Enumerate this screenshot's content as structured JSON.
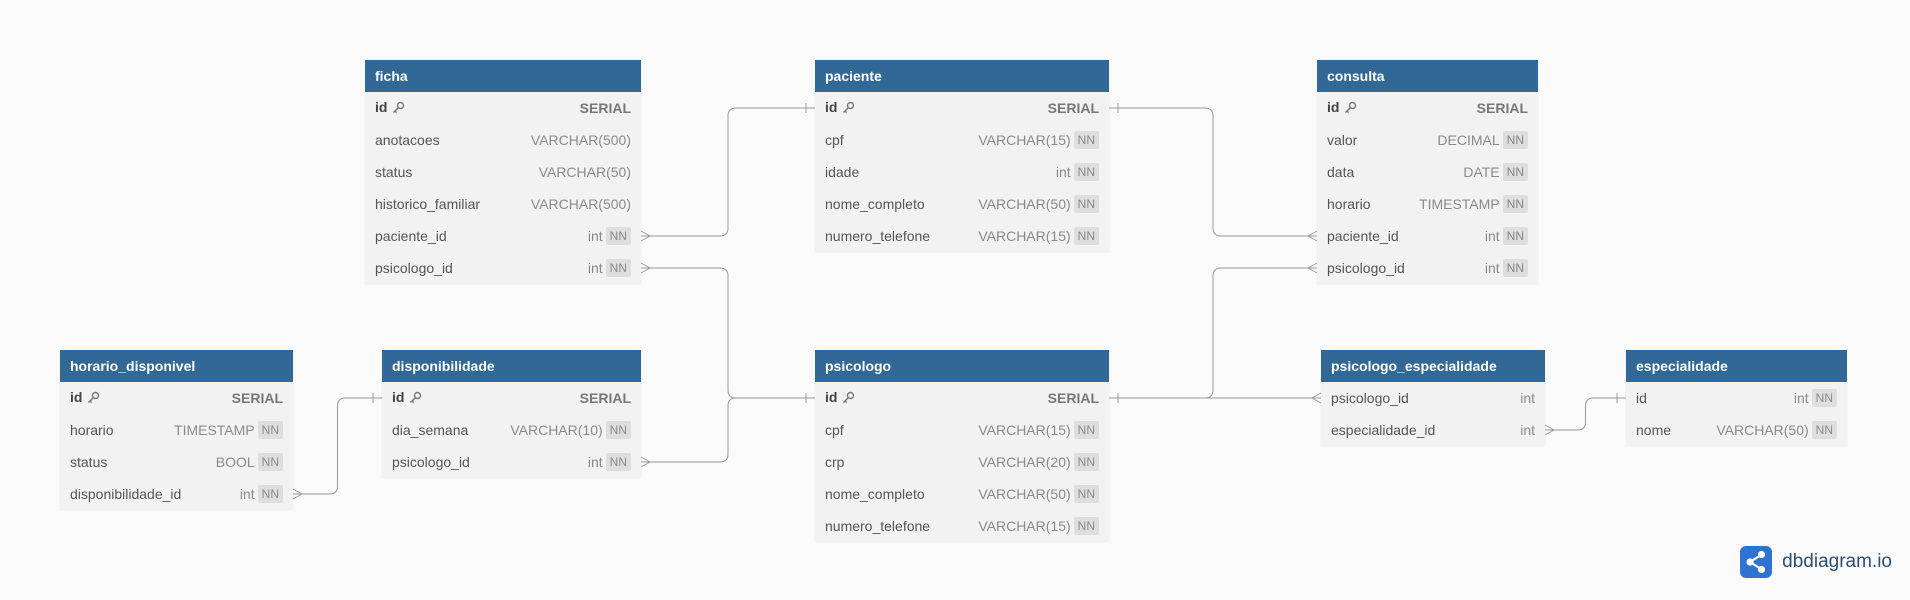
{
  "brand": {
    "name": "dbdiagram.io",
    "icon": "share-node-icon",
    "accent": "#2f73d1"
  },
  "colors": {
    "header": "#316896",
    "body": "#f2f2f2",
    "line": "#999999"
  },
  "tables": [
    {
      "id": "ficha",
      "name": "ficha",
      "fields": [
        {
          "name": "id",
          "type": "SERIAL",
          "pk": true,
          "nn": false
        },
        {
          "name": "anotacoes",
          "type": "VARCHAR(500)",
          "pk": false,
          "nn": false
        },
        {
          "name": "status",
          "type": "VARCHAR(50)",
          "pk": false,
          "nn": false
        },
        {
          "name": "historico_familiar",
          "type": "VARCHAR(500)",
          "pk": false,
          "nn": false
        },
        {
          "name": "paciente_id",
          "type": "int",
          "pk": false,
          "nn": true
        },
        {
          "name": "psicologo_id",
          "type": "int",
          "pk": false,
          "nn": true
        }
      ]
    },
    {
      "id": "paciente",
      "name": "paciente",
      "fields": [
        {
          "name": "id",
          "type": "SERIAL",
          "pk": true,
          "nn": false
        },
        {
          "name": "cpf",
          "type": "VARCHAR(15)",
          "pk": false,
          "nn": true
        },
        {
          "name": "idade",
          "type": "int",
          "pk": false,
          "nn": true
        },
        {
          "name": "nome_completo",
          "type": "VARCHAR(50)",
          "pk": false,
          "nn": true
        },
        {
          "name": "numero_telefone",
          "type": "VARCHAR(15)",
          "pk": false,
          "nn": true
        }
      ]
    },
    {
      "id": "consulta",
      "name": "consulta",
      "fields": [
        {
          "name": "id",
          "type": "SERIAL",
          "pk": true,
          "nn": false
        },
        {
          "name": "valor",
          "type": "DECIMAL",
          "pk": false,
          "nn": true
        },
        {
          "name": "data",
          "type": "DATE",
          "pk": false,
          "nn": true
        },
        {
          "name": "horario",
          "type": "TIMESTAMP",
          "pk": false,
          "nn": true
        },
        {
          "name": "paciente_id",
          "type": "int",
          "pk": false,
          "nn": true
        },
        {
          "name": "psicologo_id",
          "type": "int",
          "pk": false,
          "nn": true
        }
      ]
    },
    {
      "id": "horario_disponivel",
      "name": "horario_disponivel",
      "fields": [
        {
          "name": "id",
          "type": "SERIAL",
          "pk": true,
          "nn": false
        },
        {
          "name": "horario",
          "type": "TIMESTAMP",
          "pk": false,
          "nn": true
        },
        {
          "name": "status",
          "type": "BOOL",
          "pk": false,
          "nn": true
        },
        {
          "name": "disponibilidade_id",
          "type": "int",
          "pk": false,
          "nn": true
        }
      ]
    },
    {
      "id": "disponibilidade",
      "name": "disponibilidade",
      "fields": [
        {
          "name": "id",
          "type": "SERIAL",
          "pk": true,
          "nn": false
        },
        {
          "name": "dia_semana",
          "type": "VARCHAR(10)",
          "pk": false,
          "nn": true
        },
        {
          "name": "psicologo_id",
          "type": "int",
          "pk": false,
          "nn": true
        }
      ]
    },
    {
      "id": "psicologo",
      "name": "psicologo",
      "fields": [
        {
          "name": "id",
          "type": "SERIAL",
          "pk": true,
          "nn": false
        },
        {
          "name": "cpf",
          "type": "VARCHAR(15)",
          "pk": false,
          "nn": true
        },
        {
          "name": "crp",
          "type": "VARCHAR(20)",
          "pk": false,
          "nn": true
        },
        {
          "name": "nome_completo",
          "type": "VARCHAR(50)",
          "pk": false,
          "nn": true
        },
        {
          "name": "numero_telefone",
          "type": "VARCHAR(15)",
          "pk": false,
          "nn": true
        }
      ]
    },
    {
      "id": "psicologo_especialidade",
      "name": "psicologo_especialidade",
      "fields": [
        {
          "name": "psicologo_id",
          "type": "int",
          "pk": false,
          "nn": false
        },
        {
          "name": "especialidade_id",
          "type": "int",
          "pk": false,
          "nn": false
        }
      ]
    },
    {
      "id": "especialidade",
      "name": "especialidade",
      "fields": [
        {
          "name": "id",
          "type": "int",
          "pk": false,
          "nn": true
        },
        {
          "name": "nome",
          "type": "VARCHAR(50)",
          "pk": false,
          "nn": true
        }
      ]
    }
  ],
  "relations": [
    {
      "from": "ficha.paciente_id",
      "to": "paciente.id",
      "cardinality": "many-to-one"
    },
    {
      "from": "ficha.psicologo_id",
      "to": "psicologo.id",
      "cardinality": "many-to-one"
    },
    {
      "from": "consulta.paciente_id",
      "to": "paciente.id",
      "cardinality": "many-to-one"
    },
    {
      "from": "consulta.psicologo_id",
      "to": "psicologo.id",
      "cardinality": "many-to-one"
    },
    {
      "from": "horario_disponivel.disponibilidade_id",
      "to": "disponibilidade.id",
      "cardinality": "many-to-one"
    },
    {
      "from": "disponibilidade.psicologo_id",
      "to": "psicologo.id",
      "cardinality": "many-to-one"
    },
    {
      "from": "psicologo_especialidade.psicologo_id",
      "to": "psicologo.id",
      "cardinality": "many-to-one"
    },
    {
      "from": "psicologo_especialidade.especialidade_id",
      "to": "especialidade.id",
      "cardinality": "many-to-one"
    }
  ]
}
